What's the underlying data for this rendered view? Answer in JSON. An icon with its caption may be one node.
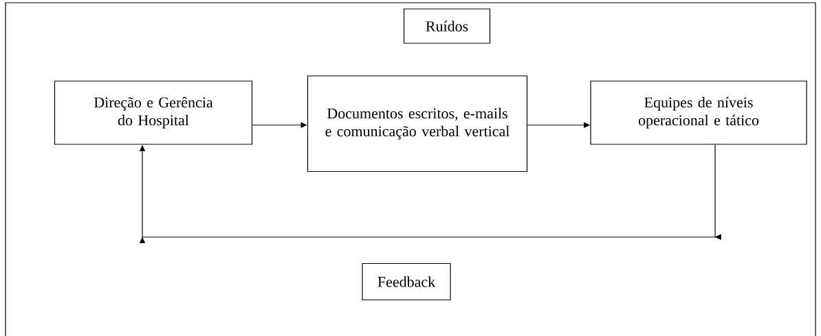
{
  "diagram": {
    "nodes": [
      {
        "text": [
          "Ruídos"
        ]
      },
      {
        "text": [
          "Direção e Gerência do Hospital"
        ]
      },
      {
        "text": [
          "Documentos escritos, e-mails e comunicação verbal vertical"
        ]
      },
      {
        "text": [
          "Equipes de níveis operacional e tático"
        ]
      },
      {
        "text": [
          "Feedback"
        ]
      }
    ],
    "edges": [
      {
        "from": 1,
        "to": 2,
        "arrow": "to"
      },
      {
        "from": 2,
        "to": 3,
        "arrow": "to"
      },
      {
        "from": 3,
        "to": 1,
        "arrow": "to"
      }
    ]
  }
}
